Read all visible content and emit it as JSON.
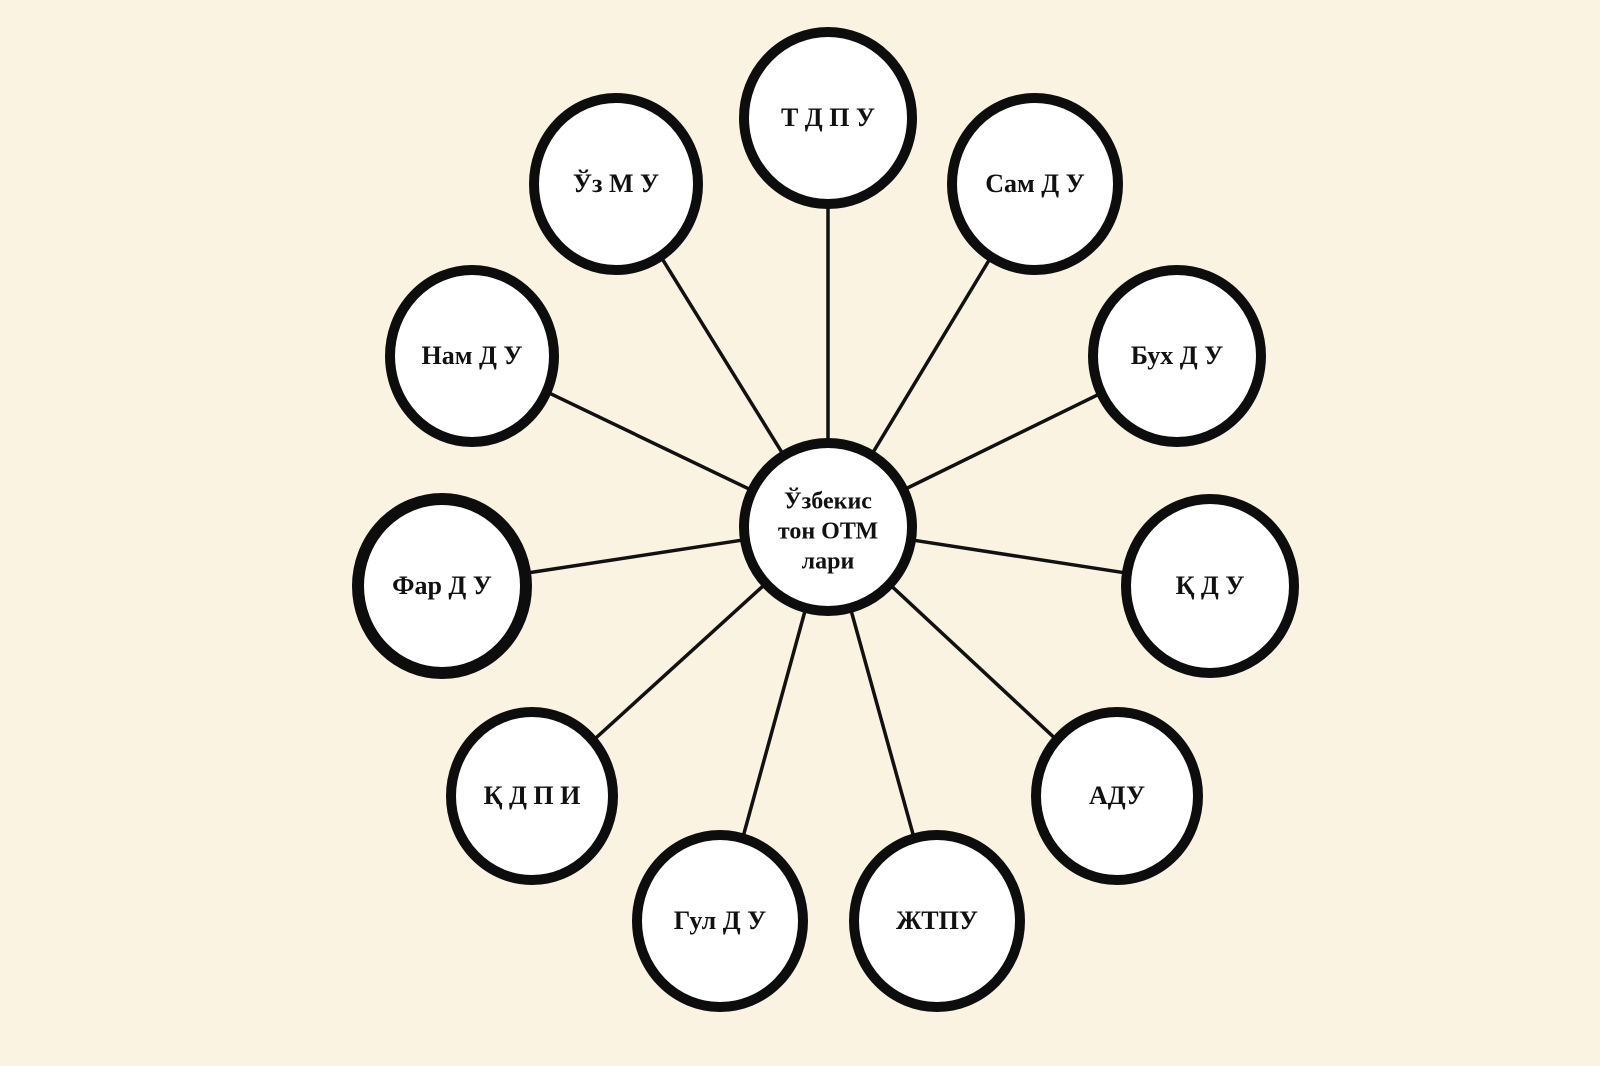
{
  "diagram": {
    "center": {
      "lines": [
        "Ўзбекис",
        "тон ОТМ",
        "лари"
      ]
    },
    "nodes": [
      {
        "id": "tdpu",
        "label": "Т Д П У"
      },
      {
        "id": "samdu",
        "label": "Сам Д У"
      },
      {
        "id": "buxdu",
        "label": "Бух Д У"
      },
      {
        "id": "qdu",
        "label": "Қ Д У"
      },
      {
        "id": "adu",
        "label": "АДУ"
      },
      {
        "id": "jtpu",
        "label": "ЖТПУ"
      },
      {
        "id": "guldu",
        "label": "Гул Д У"
      },
      {
        "id": "qdpi",
        "label": "Қ Д П И"
      },
      {
        "id": "fardu",
        "label": "Фар Д У"
      },
      {
        "id": "namdu",
        "label": "Нам Д У"
      },
      {
        "id": "uzmu",
        "label": "Ўз М У"
      }
    ],
    "colors": {
      "background": "#fbf3e1",
      "circle_fill": "#ffffff",
      "stroke": "#0d0d0d"
    }
  }
}
